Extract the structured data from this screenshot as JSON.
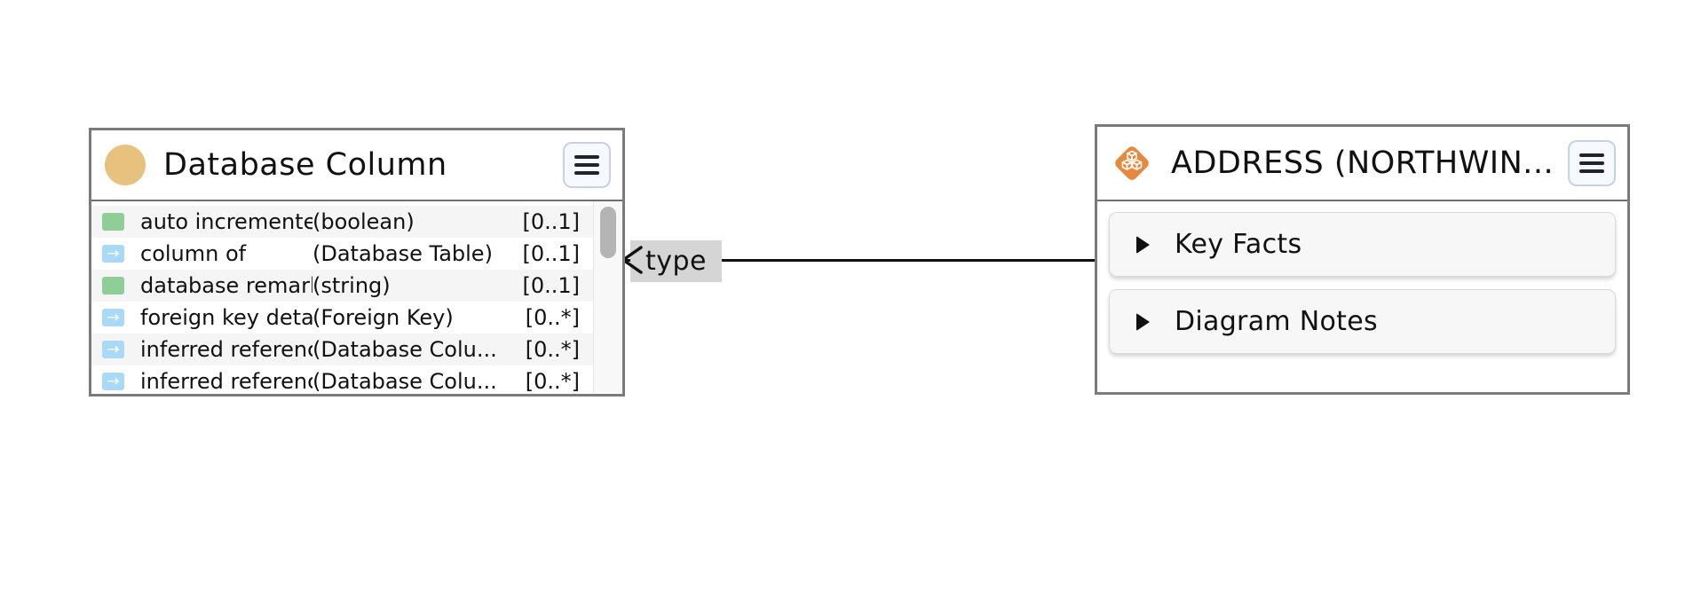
{
  "diagram": {
    "edge": {
      "label": "type",
      "arrow_direction": "left",
      "label_bg": "#d5d5d5"
    },
    "left_node": {
      "title": "Database Column",
      "icon": "class-circle-icon",
      "icon_color": "#E9C17E",
      "rows": [
        {
          "icon": "literal-property",
          "name": "auto incremented",
          "type": "(boolean)",
          "card": "[0..1]"
        },
        {
          "icon": "object-property",
          "name": "column of",
          "type": "(Database Table)",
          "card": "[0..1]"
        },
        {
          "icon": "literal-property",
          "name": "database remark",
          "type": "(string)",
          "card": "[0..1]"
        },
        {
          "icon": "object-property",
          "name": "foreign key details",
          "type": "(Foreign Key)",
          "card": "[0..*]"
        },
        {
          "icon": "object-property",
          "name": "inferred referenc...",
          "type": "(Database Colu...",
          "card": "[0..*]"
        },
        {
          "icon": "object-property",
          "name": "inferred referenc...",
          "type": "(Database Colu...",
          "card": "[0..*]"
        }
      ]
    },
    "right_node": {
      "title": "ADDRESS (NORTHWIN...",
      "icon": "instance-cubes-icon",
      "icon_color": "#E8883D",
      "sections": [
        {
          "label": "Key Facts"
        },
        {
          "label": "Diagram Notes"
        }
      ]
    },
    "icons": {
      "object_arrow": "→",
      "menu": "hamburger",
      "expander": "triangle-right"
    },
    "colors": {
      "node_border": "#7b7b7b",
      "literal_icon": "#8FCF97",
      "object_icon": "#A9D9F6",
      "row_alt_bg": "#f5f5f5",
      "section_bg": "#f7f7f7",
      "menu_btn_border": "#c7d1e4"
    }
  }
}
